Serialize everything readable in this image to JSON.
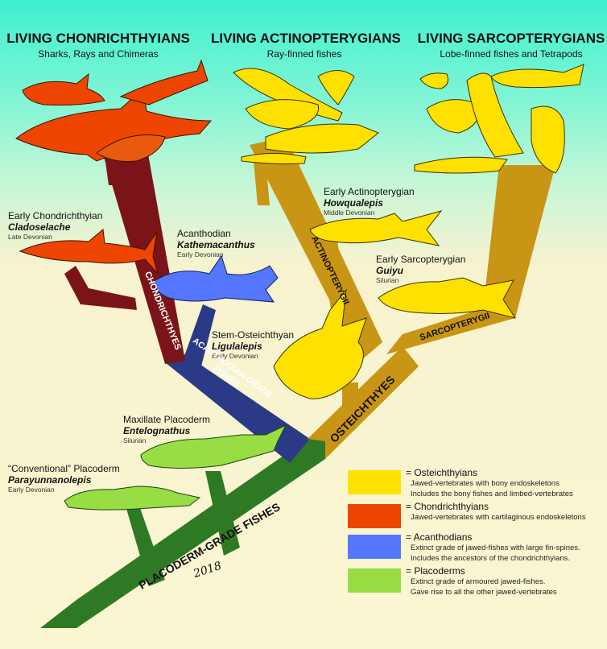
{
  "headers": {
    "chondrichthyans": {
      "title": "LIVING CHONRICHTHYIANS",
      "subtitle": "Sharks, Rays and Chimeras"
    },
    "actinopterygians": {
      "title": "LIVING ACTINOPTERYGIANS",
      "subtitle": "Ray-finned fishes"
    },
    "sarcopterygians": {
      "title": "LIVING SARCOPTERYGIANS",
      "subtitle": "Lobe-finned fishes and Tetrapods"
    }
  },
  "fossils": {
    "cladoselache": {
      "group": "Early Chondrichthyian",
      "name": "Cladoselache",
      "age": "Late Devonian"
    },
    "kathemacanthus": {
      "group": "Acanthodian",
      "name": "Kathemacanthus",
      "age": "Early Devonian"
    },
    "howqualepis": {
      "group": "Early Actinopterygian",
      "name": "Howqualepis",
      "age": "Middle Devonian"
    },
    "guiyu": {
      "group": "Early Sarcopterygian",
      "name": "Guiyu",
      "age": "Silurian"
    },
    "ligulalepis": {
      "group": "Stem-Osteichthyan",
      "name": "Ligulalepis",
      "age": "Early Devonian"
    },
    "entelognathus": {
      "group": "Maxillate Placoderm",
      "name": "Entelognathus",
      "age": "Silurian"
    },
    "parayunnanolepis": {
      "group": "“Conventional” Placoderm",
      "name": "Parayunnanolepis",
      "age": "Early Devonian"
    }
  },
  "branches": {
    "chondrichthyes": "CHONDRICHTHYES",
    "acanthodian": [
      "ACANTHODIAN-GRADE",
      "FISHES"
    ],
    "actinopterygii": "ACTINOPTERYGII",
    "sarcopterygii": "SARCOPTERYGII",
    "osteichthyes": "OSTEICHTHYES",
    "placoderm": "PLACODERM-GRADE FISHES"
  },
  "legend": [
    {
      "title": "= Osteichthyians",
      "lines": [
        "Jawed-vertebrates with bony endoskeletons",
        "Includes the bony fishes and limbed-vertebrates"
      ],
      "color": "#ffe100"
    },
    {
      "title": "= Chondrichthyians",
      "lines": [
        "Jawed-vertebrates with cartilaginous endoskeletons"
      ],
      "color": "#ee4500"
    },
    {
      "title": "= Acanthodians",
      "lines": [
        "Extinct grade of jawed-fishes with large fin-spines.",
        "Includes the ancestors of the chondrichthyians."
      ],
      "color": "#5577ff"
    },
    {
      "title": "= Placoderms",
      "lines": [
        "Extinct grade of armoured jawed-fishes.",
        "Gave rise to all the other jawed-vertebrates"
      ],
      "color": "#99dd44"
    }
  ],
  "signature": "2018",
  "colors": {
    "chondrichthyes_branch": "#7a1418",
    "acanthodian_branch": "#2a3a86",
    "osteichthyes_branch": "#c99514",
    "placoderm_branch": "#2e7a24"
  }
}
